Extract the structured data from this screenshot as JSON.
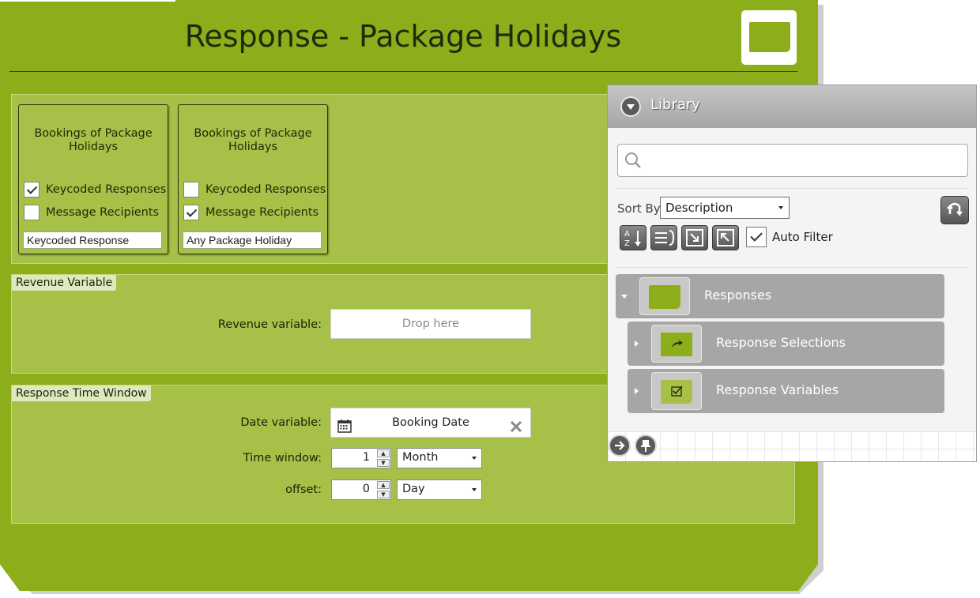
{
  "page": {
    "title": "Response - Package Holidays"
  },
  "cards": [
    {
      "title": "Bookings of Package Holidays",
      "options": [
        {
          "label": "Keycoded Responses",
          "checked": true
        },
        {
          "label": "Message Recipients",
          "checked": false
        }
      ],
      "value": "Keycoded Response"
    },
    {
      "title": "Bookings of Package Holidays",
      "options": [
        {
          "label": "Keycoded Responses",
          "checked": false
        },
        {
          "label": "Message Recipients",
          "checked": true
        }
      ],
      "value": "Any Package Holiday"
    }
  ],
  "revenue": {
    "section_label": "Revenue Variable",
    "field_label": "Revenue variable:",
    "drop_text": "Drop here"
  },
  "time_window": {
    "section_label": "Response Time Window",
    "date_label": "Date variable:",
    "date_value": "Booking Date",
    "window_label": "Time window:",
    "window_value": "1",
    "window_unit": "Month",
    "offset_label": "offset:",
    "offset_value": "0",
    "offset_unit": "Day"
  },
  "library": {
    "title": "Library",
    "search_placeholder": "",
    "sort_by_label": "Sort By",
    "sort_value": "Description",
    "auto_filter_label": "Auto Filter",
    "auto_filter_checked": true,
    "tree": [
      {
        "label": "Responses",
        "expanded": true,
        "level": 0
      },
      {
        "label": "Response Selections",
        "expanded": false,
        "level": 1
      },
      {
        "label": "Response Variables",
        "expanded": false,
        "level": 1
      }
    ]
  },
  "colors": {
    "brand_green": "#8bae1a",
    "panel_green": "#a6c048",
    "library_gray": "#a6a6a6"
  }
}
